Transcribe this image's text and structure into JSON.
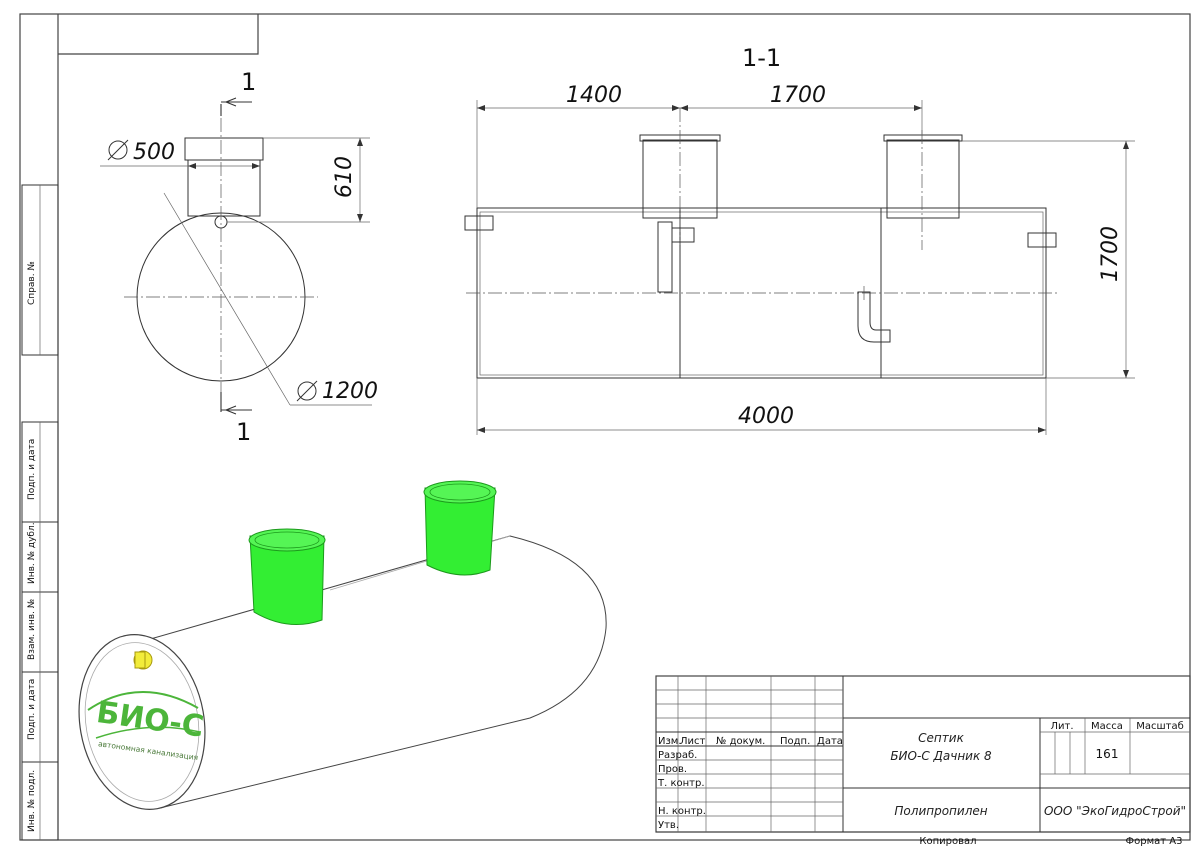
{
  "section_label": "1-1",
  "cut_mark": "1",
  "dims": {
    "pipe_diameter": "500",
    "body_diameter": "1200",
    "neck_height": "610",
    "len_left": "1400",
    "len_right": "1700",
    "height": "1700",
    "total_length": "4000"
  },
  "side_labels": {
    "sprav": "Справ. №",
    "podp_data_top": "Подп. и дата",
    "inv_dubl": "Инв. № дубл.",
    "vzam_inv": "Взам. инв. №",
    "podp_data_bottom": "Подп. и дата",
    "inv_podl": "Инв. № подл."
  },
  "logo": {
    "brand": "БИО-С",
    "tagline": "автономная канализация"
  },
  "title_block": {
    "headers": {
      "izm": "Изм.",
      "list": "Лист",
      "doc": "№ докум.",
      "podp": "Подп.",
      "data": "Дата"
    },
    "roles": [
      "Разраб.",
      "Пров.",
      "Т. контр.",
      "",
      "Н. контр.",
      "Утв."
    ],
    "title_line1": "Септик",
    "title_line2": "БИО-С Дачник 8",
    "lit": "Лит.",
    "massa": "Масса",
    "masshtab": "Масштаб",
    "mass_value": "161",
    "material": "Полипропилен",
    "company": "ООО \"ЭкоГидроСтрой\"",
    "kopiroval": "Копировал",
    "format": "Формат А3"
  },
  "colors": {
    "line": "#333333",
    "neck_green": "#33ee33",
    "logo_green": "#4cb53a",
    "port_yellow": "#f2ec3a"
  }
}
